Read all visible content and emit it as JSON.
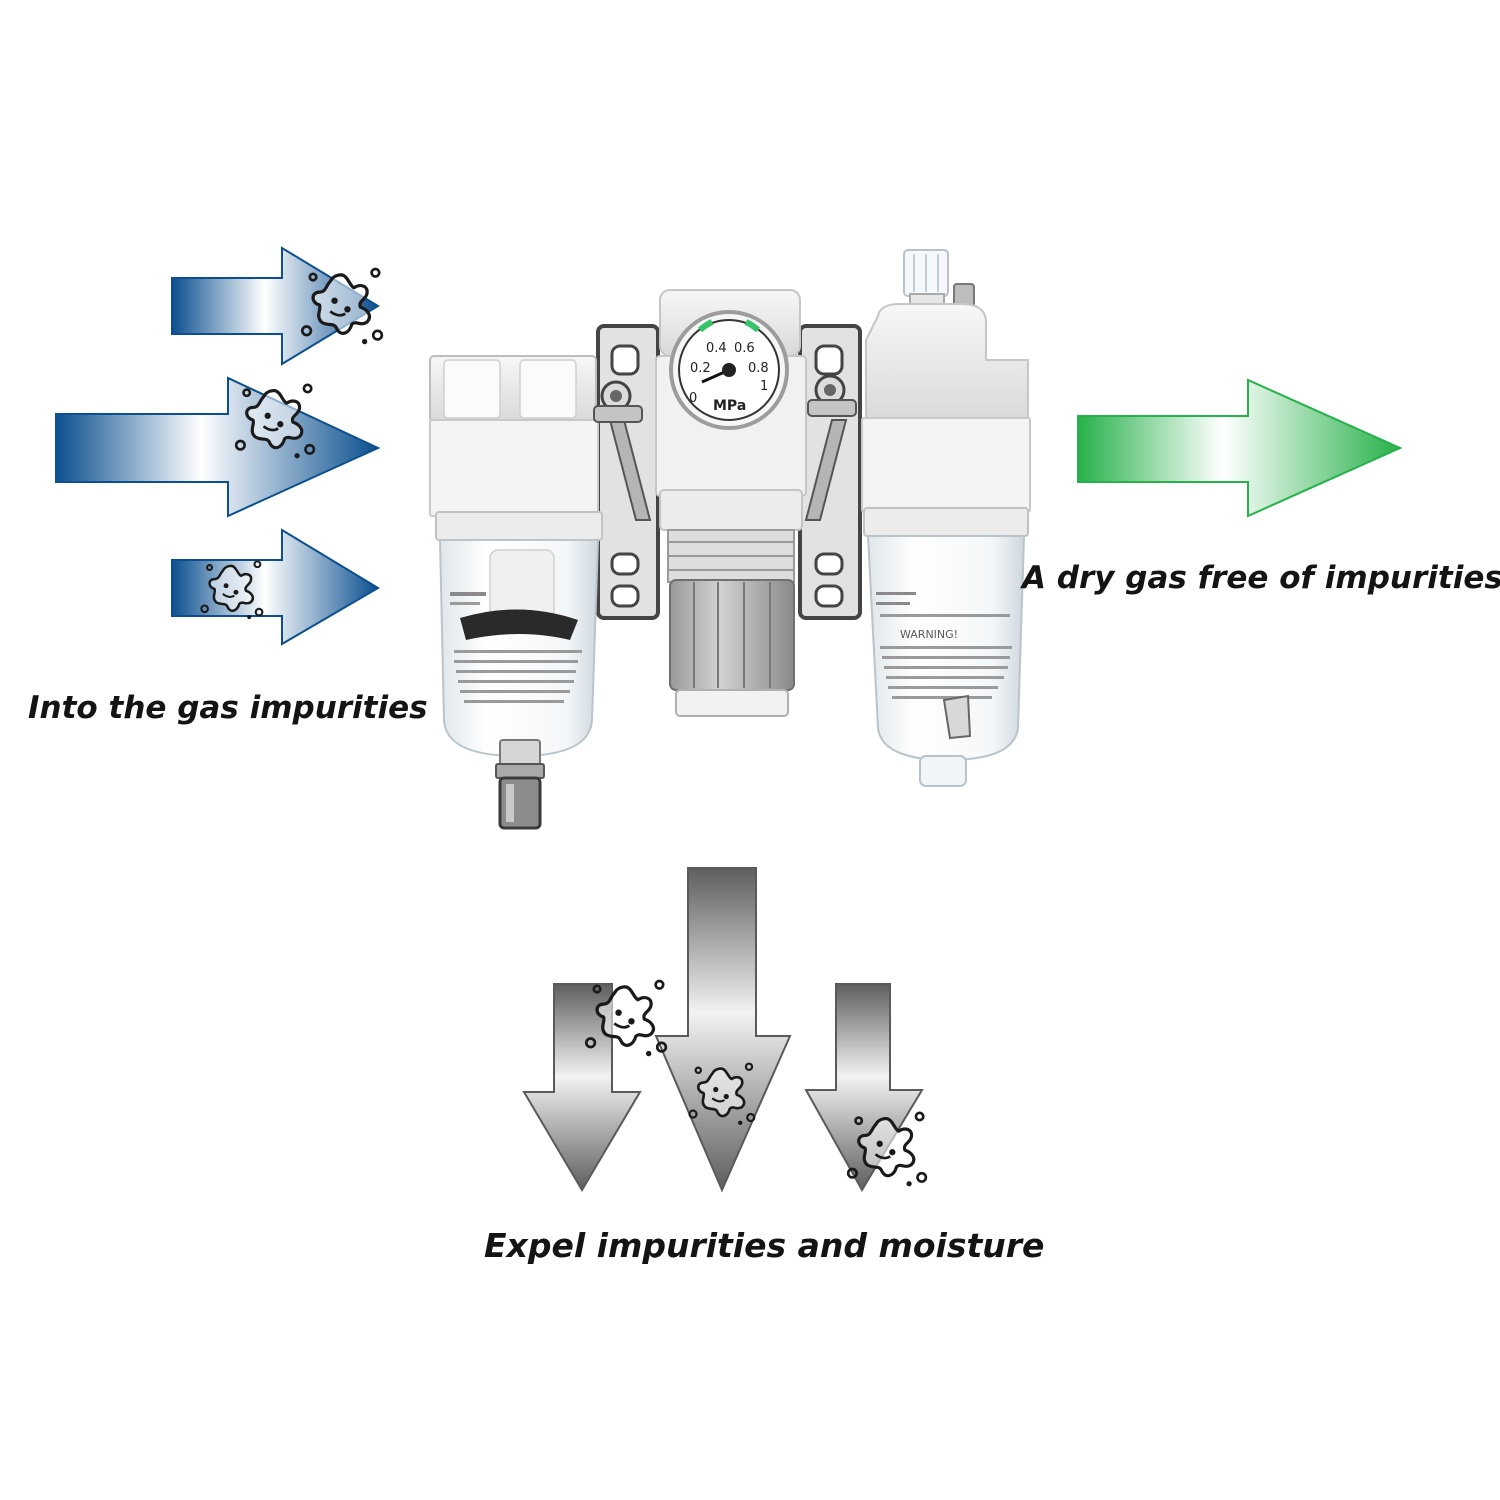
{
  "captions": {
    "inlet": "Into the gas impurities",
    "outlet": "A dry gas free of impurities",
    "drain": "Expel impurities and moisture"
  },
  "gauge": {
    "unit": "MPa",
    "ticks": [
      "0",
      "0.2",
      "0.4",
      "0.6",
      "0.8",
      "1"
    ]
  },
  "bowl_labels": {
    "warning": "WARNING!"
  },
  "colors": {
    "inlet_arrow": "#0b4f8f",
    "outlet_arrow": "#27b14a",
    "drain_arrow": "#6a6a6a",
    "unit_body": "#eeeeee"
  },
  "icons": [
    "impurity-particle-icon"
  ]
}
